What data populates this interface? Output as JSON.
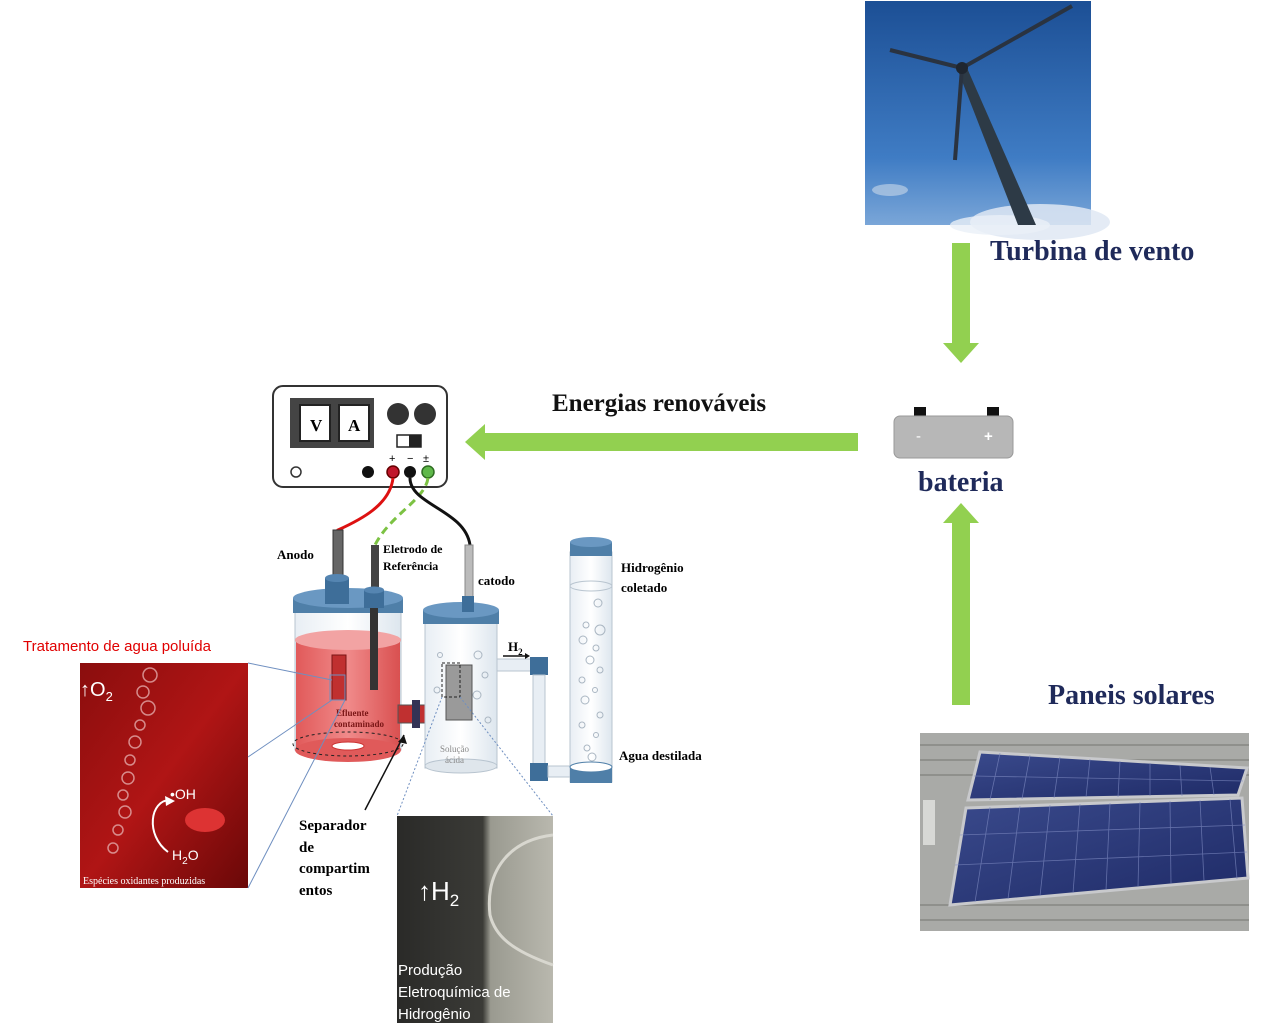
{
  "labels": {
    "wind_turbine": "Turbina de vento",
    "renewables": "Energias renováveis",
    "battery": "bateria",
    "solar_panels": "Paneis solares",
    "battery_minus": "-",
    "battery_plus": "+",
    "psu_v": "V",
    "psu_a": "A",
    "psu_plus": "+",
    "psu_minus": "−",
    "psu_pm": "±",
    "anode": "Anodo",
    "reference_electrode_1": "Eletrodo de",
    "reference_electrode_2": "Referência",
    "cathode": "catodo",
    "h2_small": "H",
    "h2_small_sub": "2",
    "hydrogen_collected_1": "Hidrogênio",
    "hydrogen_collected_2": "coletado",
    "distilled_water": "Agua destilada",
    "effluent_1": "Efluente",
    "effluent_2": "contaminado",
    "acid_solution_1": "Solução",
    "acid_solution_2": "ácida",
    "separator_1": "Separador",
    "separator_2": "de",
    "separator_3": "compartim",
    "separator_4": "entos",
    "water_treatment": "Tratamento de agua poluída",
    "o2": "↑O",
    "o2_sub": "2",
    "oh": "•OH",
    "h2o": "H",
    "h2o_sub": "2",
    "h2o_tail": "O",
    "oxidants": "Espécies oxidantes produzidas",
    "h2_big": "↑H",
    "h2_big_sub": "2",
    "h2_production_1": "Produção",
    "h2_production_2": "Eletroquímica de",
    "h2_production_3": "Hidrogênio"
  },
  "colors": {
    "title_navy": "#1f2a5a",
    "arrow_green": "#92d050",
    "red_label": "#e00000",
    "cell_cap": "#4f7fa8",
    "effluent_red": "#e26a6a"
  },
  "icons": [
    "wind-turbine-photo",
    "solar-panel-photo",
    "battery-icon",
    "power-supply-icon"
  ]
}
